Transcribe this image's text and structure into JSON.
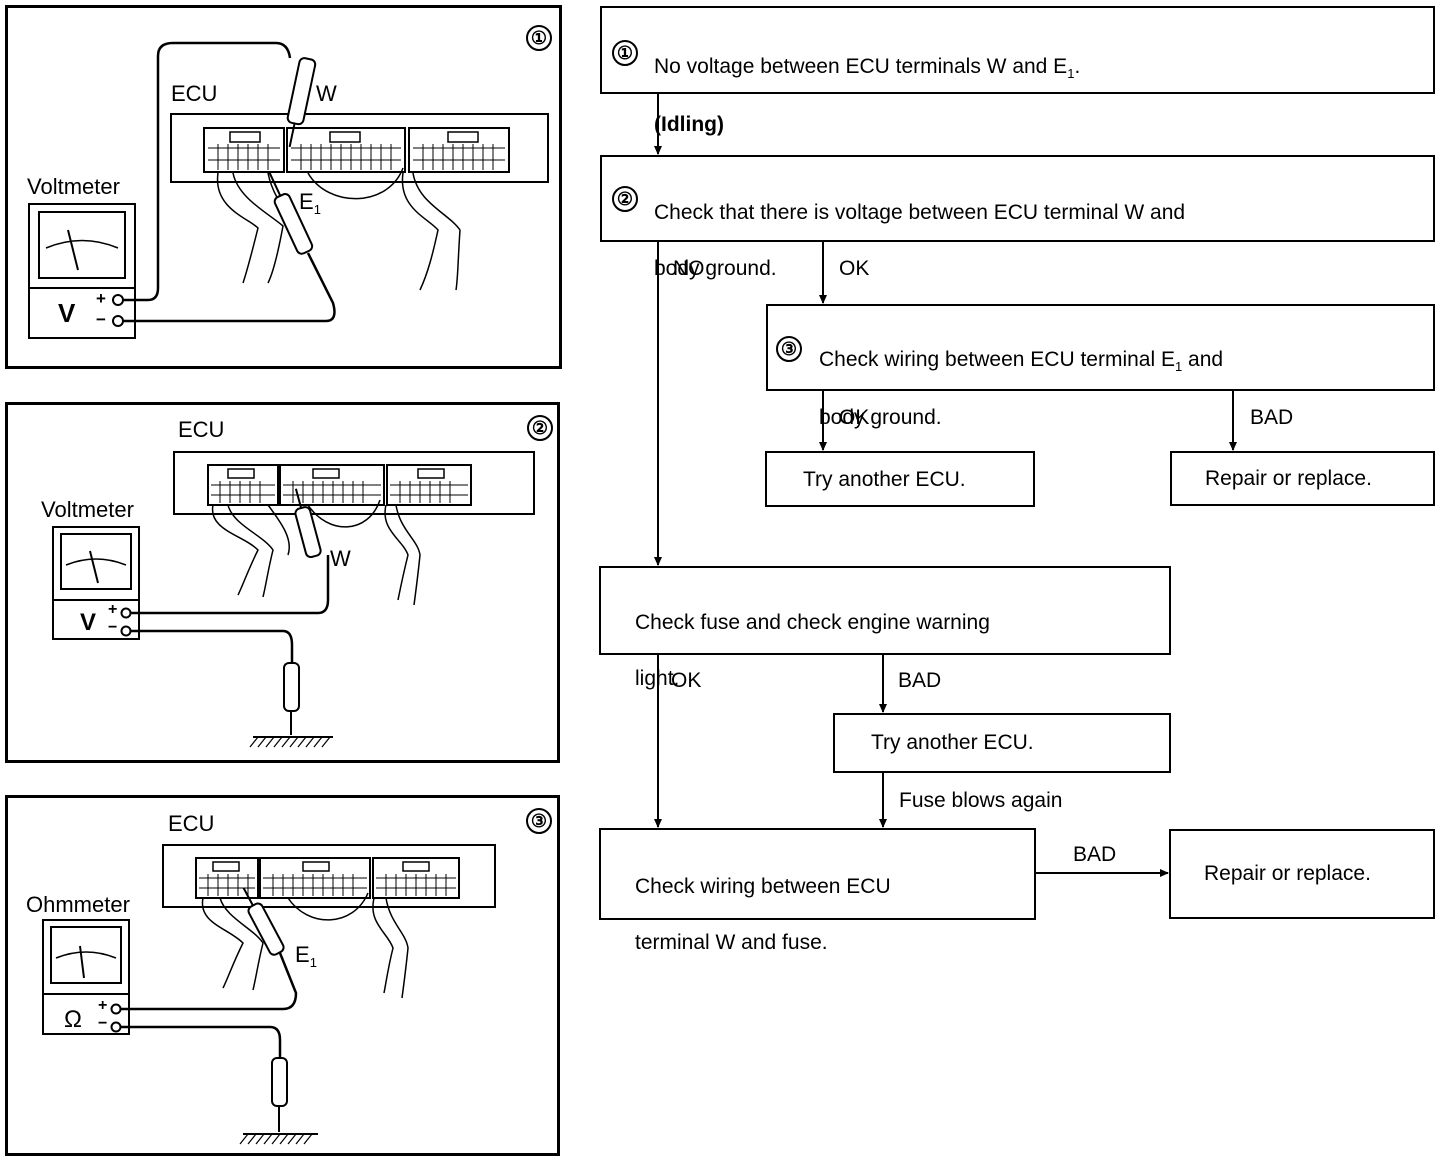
{
  "panels": [
    {
      "marker": "①",
      "ecu_label": "ECU",
      "meter_label": "Voltmeter",
      "meter_symbol": "V",
      "probe_a": "W",
      "probe_b": "E",
      "probe_b_sub": "1"
    },
    {
      "marker": "②",
      "ecu_label": "ECU",
      "meter_label": "Voltmeter",
      "meter_symbol": "V",
      "probe_a": "W"
    },
    {
      "marker": "③",
      "ecu_label": "ECU",
      "meter_label": "Ohmmeter",
      "meter_symbol": "Ω",
      "probe_b": "E",
      "probe_b_sub": "1"
    }
  ],
  "terminals": {
    "plus": "+",
    "minus": "−"
  },
  "flow": {
    "step1": {
      "marker": "①",
      "line1_a": "No voltage between ECU terminals W and E",
      "line1_sub": "1",
      "line1_b": ".",
      "line2": "(Idling)"
    },
    "step2": {
      "marker": "②",
      "line1": "Check that there is voltage between ECU terminal W and",
      "line2": "body ground."
    },
    "step3": {
      "marker": "③",
      "line1_a": "Check wiring between ECU terminal E",
      "line1_sub": "1",
      "line1_b": " and",
      "line2": "body ground."
    },
    "try_ecu_1": "Try another ECU.",
    "repair_1": "Repair or replace.",
    "fuse_check": {
      "line1": "Check fuse and check engine warning",
      "line2": "light."
    },
    "try_ecu_2": "Try another ECU.",
    "wiring_w": {
      "line1": "Check wiring between ECU",
      "line2": "terminal W and fuse."
    },
    "repair_2": "Repair or replace.",
    "edges": {
      "no": "NO",
      "ok_a": "OK",
      "ok_b": "OK",
      "bad_a": "BAD",
      "ok_c": "OK",
      "bad_b": "BAD",
      "fuse_blows": "Fuse blows again",
      "bad_c": "BAD"
    }
  }
}
